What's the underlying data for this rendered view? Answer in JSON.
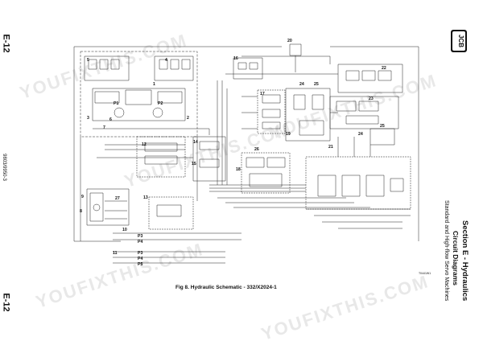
{
  "page": {
    "page_number_top": "E-12",
    "page_number_bottom": "E-12",
    "doc_number": "9803/9950-3",
    "section_title": "Section E - Hydraulics",
    "subsection_title": "Circuit Diagrams",
    "subsubsection_title": "Standard and High-flow Servo Machines",
    "figure_caption": "Fig 8. Hydraulic Schematic - 332/X2024-1",
    "figure_ref": "T0441W1",
    "logo_text": "JCB",
    "watermark": "YOUFIXTHIS.COM"
  },
  "schematic": {
    "component_labels": [
      "1",
      "2",
      "3",
      "4",
      "5",
      "6",
      "7",
      "8",
      "9",
      "10",
      "11",
      "12",
      "13",
      "14",
      "15",
      "16",
      "17",
      "18",
      "19",
      "20",
      "21",
      "22",
      "23",
      "24",
      "25",
      "26",
      "27",
      "P1",
      "P2",
      "P3",
      "P4",
      "P5"
    ],
    "port_labels": [
      "P3",
      "P4",
      "P3",
      "P4",
      "P5"
    ]
  }
}
